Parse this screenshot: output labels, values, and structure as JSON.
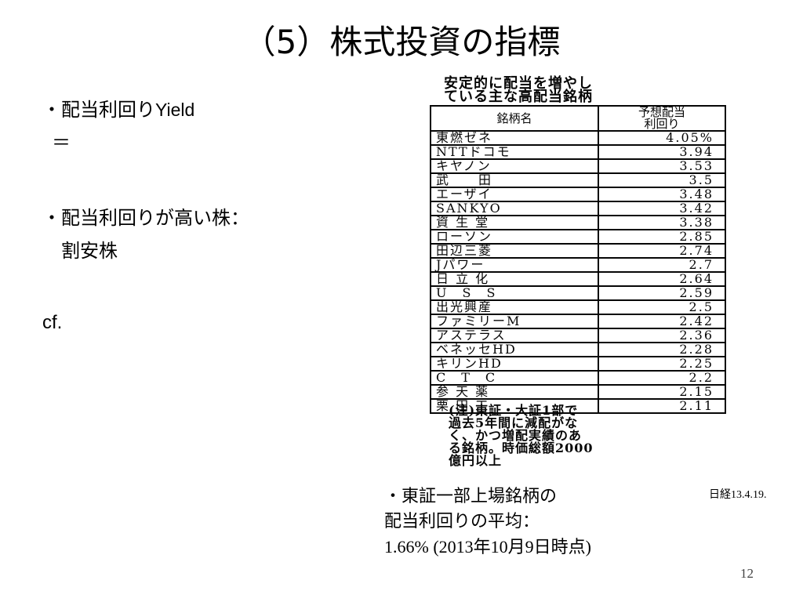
{
  "slide": {
    "title": "（5）株式投資の指標",
    "page_number": "12"
  },
  "bullets": {
    "yield_label": "・配当利回り",
    "yield_latin": "Yield",
    "equals": "＝",
    "high_yield": "・配当利回りが高い株：",
    "cheap": "割安株",
    "cf": "cf."
  },
  "clipping": {
    "heading_line1": "安定的に配当を増やし",
    "heading_line2": "ている主な高配当銘柄",
    "col_name": "銘柄名",
    "col_yield_line1": "予想配当",
    "col_yield_line2": "利回り",
    "rows": [
      {
        "name": "東燃ゼネ",
        "value": "4.05%"
      },
      {
        "name": "NTTドコモ",
        "value": "3.94"
      },
      {
        "name": "キヤノン",
        "value": "3.53"
      },
      {
        "name": "武　　田",
        "value": "3.5"
      },
      {
        "name": "エーザイ",
        "value": "3.48"
      },
      {
        "name": "SANKYO",
        "value": "3.42"
      },
      {
        "name": "資 生 堂",
        "value": "3.38"
      },
      {
        "name": "ローソン",
        "value": "2.85"
      },
      {
        "name": "田辺三菱",
        "value": "2.74"
      },
      {
        "name": "Jパワー",
        "value": "2.7"
      },
      {
        "name": "日 立 化",
        "value": "2.64"
      },
      {
        "name": "U　S　S",
        "value": "2.59"
      },
      {
        "name": "出光興産",
        "value": "2.5"
      },
      {
        "name": "ファミリーM",
        "value": "2.42"
      },
      {
        "name": "アステラス",
        "value": "2.36"
      },
      {
        "name": "ベネッセHD",
        "value": "2.28"
      },
      {
        "name": "キリンHD",
        "value": "2.25"
      },
      {
        "name": "C　T　C",
        "value": "2.2"
      },
      {
        "name": "参 天 薬",
        "value": "2.15"
      },
      {
        "name": "栗 田 工",
        "value": "2.11"
      }
    ],
    "note_line1": "(注)東証・大証1部で",
    "note_line2": "過去5年間に減配がな",
    "note_line3": "く、かつ増配実績のあ",
    "note_line4": "る銘柄。時価総額2000",
    "note_line5": "億円以上"
  },
  "source": "日経13.4.19.",
  "average": {
    "line1": "・東証一部上場銘柄の",
    "line2": "配当利回りの平均：",
    "line3": "1.66% (2013年10月9日時点)"
  }
}
